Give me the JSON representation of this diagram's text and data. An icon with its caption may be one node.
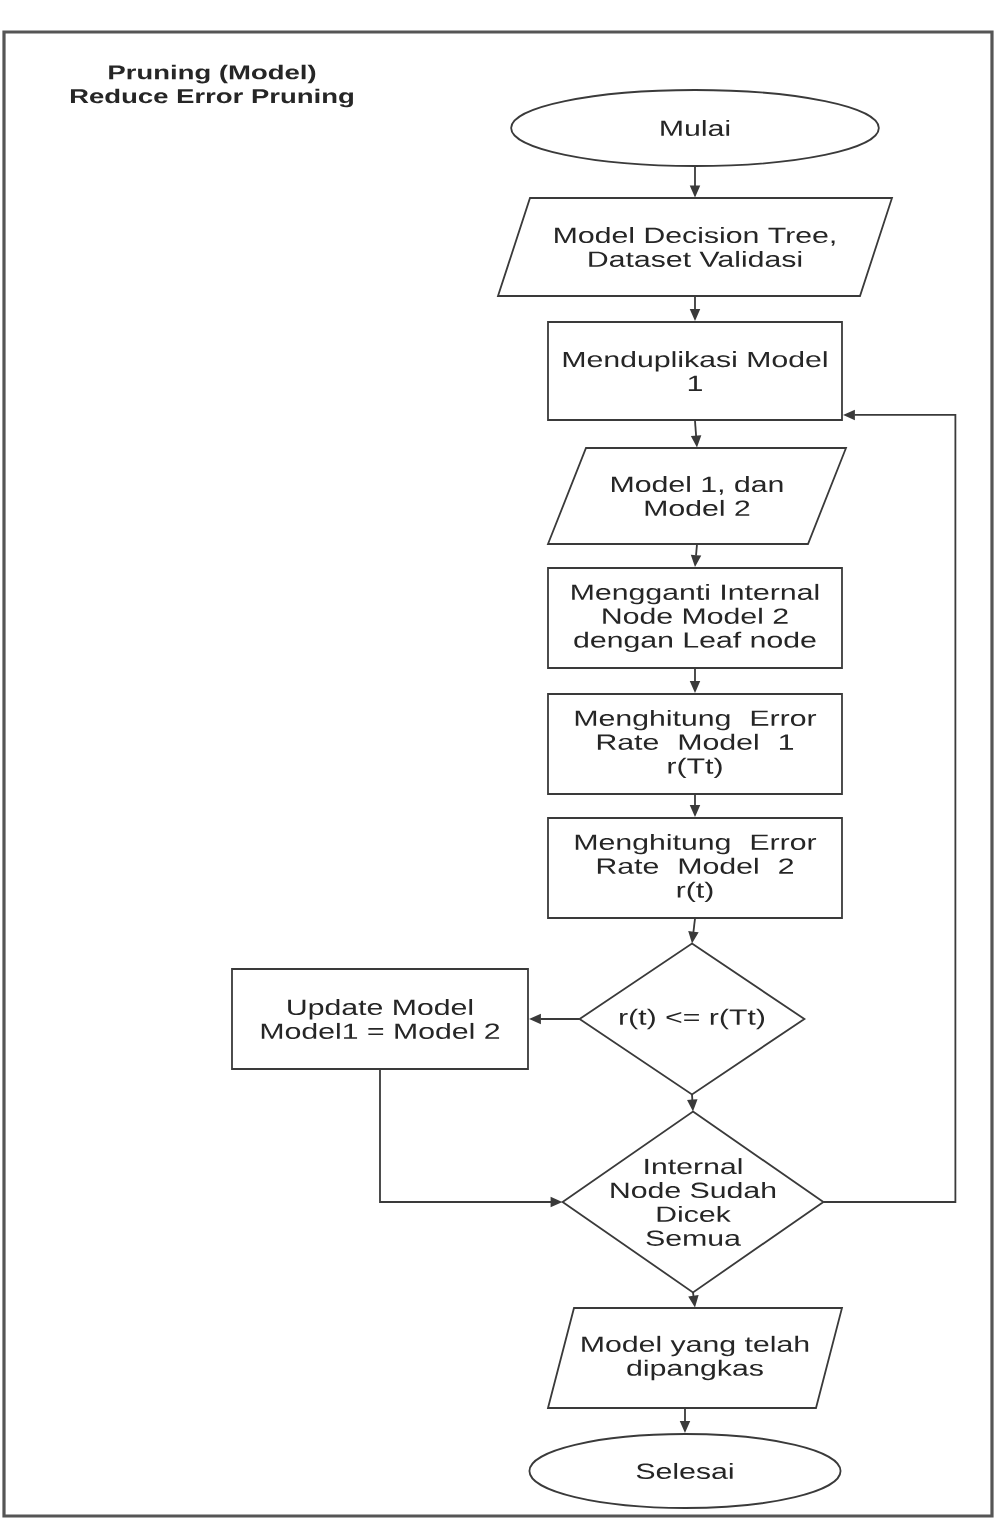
{
  "diagram": {
    "title": "Pruning (Model) Reduce Error Pruning",
    "nodes": [
      {
        "text": [
          "Mulai"
        ]
      },
      {
        "text": [
          "Model Decision Tree, Dataset Validasi"
        ]
      },
      {
        "text": [
          "Menduplikasi Model 1"
        ]
      },
      {
        "text": [
          "Model 1, dan Model 2"
        ]
      },
      {
        "text": [
          "Mengganti Internal Node Model 2 dengan Leaf node"
        ]
      },
      {
        "text": [
          "Menghitung Error Rate Model 1 r(Tt)"
        ]
      },
      {
        "text": [
          "Menghitung Error Rate Model 2 r(t)"
        ]
      },
      {
        "text": [
          "r(t) <= r(Tt)"
        ]
      },
      {
        "text": [
          "Update Model Model1 = Model 2"
        ]
      },
      {
        "text": [
          "Internal Node Sudah Dicek Semua"
        ]
      },
      {
        "text": [
          "Model yang telah dipangkas"
        ]
      },
      {
        "text": [
          "Selesai"
        ]
      }
    ],
    "edges": [
      {
        "from": 0,
        "to": 1,
        "arrow": "to"
      },
      {
        "from": 1,
        "to": 2,
        "arrow": "to"
      },
      {
        "from": 2,
        "to": 3,
        "arrow": "to"
      },
      {
        "from": 3,
        "to": 4,
        "arrow": "to"
      },
      {
        "from": 4,
        "to": 5,
        "arrow": "to"
      },
      {
        "from": 5,
        "to": 6,
        "arrow": "to"
      },
      {
        "from": 6,
        "to": 7,
        "arrow": "to"
      },
      {
        "from": 7,
        "to": 8,
        "arrow": "to"
      },
      {
        "from": 7,
        "to": 9,
        "arrow": "to"
      },
      {
        "from": 8,
        "to": 9,
        "arrow": "to"
      },
      {
        "from": 9,
        "to": 2,
        "arrow": "to"
      },
      {
        "from": 9,
        "to": 10,
        "arrow": "to"
      },
      {
        "from": 10,
        "to": 11,
        "arrow": "to"
      }
    ]
  }
}
